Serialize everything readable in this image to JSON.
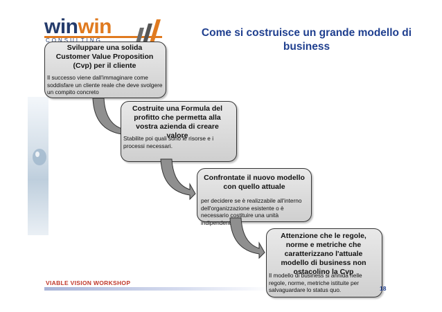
{
  "logo": {
    "word_part1": "win",
    "word_part2": "win",
    "subtitle": "CONSULTING"
  },
  "slide": {
    "title": "Come si costruisce un grande modello di business",
    "footer": "VIABLE VISION WORKSHOP",
    "page_number": "18"
  },
  "steps": [
    {
      "title": "Sviluppare una solida Customer Value Proposition (Cvp) per il cliente",
      "text": "Il successo viene dall'immaginare come soddisfare un cliente reale che deve svolgere un compito concreto"
    },
    {
      "title": "Costruite una Formula del profitto che permetta alla vostra azienda di creare valore",
      "text": "Stabilite poi quali sono le risorse e i processi necessari."
    },
    {
      "title": "Confrontate il nuovo modello con quello attuale",
      "text": "per decidere se è realizzabile all'interno dell'organizzazione esistente o è necessario costituire una unità indipendente"
    },
    {
      "title": "Attenzione che le regole, norme e metriche che caratterizzano l'attuale modello di business non ostacolino la Cvp",
      "text": "Il modello di business si annida nelle regole, norme, metriche istituite per salvaguardare lo status quo."
    }
  ],
  "colors": {
    "title": "#1f3f8f",
    "logo_navy": "#243b6b",
    "logo_orange": "#e07a1f",
    "footer": "#c0392b"
  }
}
